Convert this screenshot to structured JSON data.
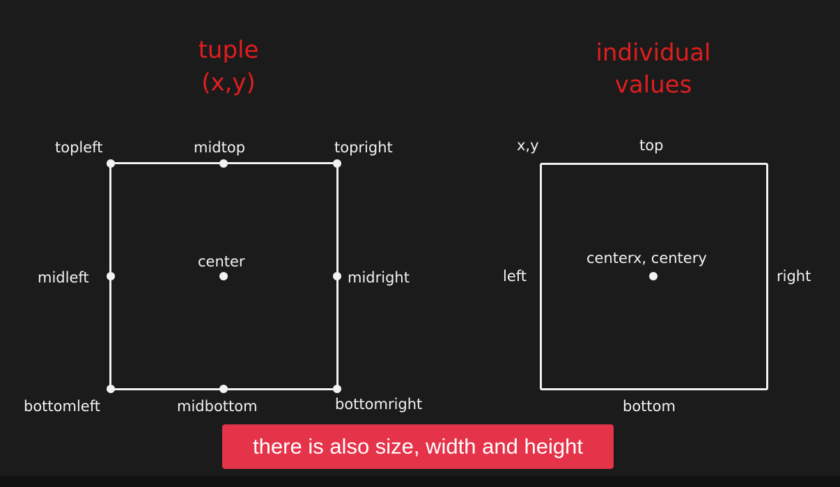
{
  "left_panel": {
    "heading_line1": "tuple",
    "heading_line2": "(x,y)",
    "labels": {
      "topleft": "topleft",
      "midtop": "midtop",
      "topright": "topright",
      "midleft": "midleft",
      "center": "center",
      "midright": "midright",
      "bottomleft": "bottomleft",
      "midbottom": "midbottom",
      "bottomright": "bottomright"
    }
  },
  "right_panel": {
    "heading_line1": "individual",
    "heading_line2": "values",
    "labels": {
      "xy": "x,y",
      "top": "top",
      "left": "left",
      "center": "centerx, centery",
      "right": "right",
      "bottom": "bottom"
    }
  },
  "subtitle": "there is also size, width and height",
  "colors": {
    "background": "#1b1b1b",
    "heading": "#e01e1e",
    "foreground": "#f2f2f2",
    "subtitle_bg": "#e5334a"
  }
}
